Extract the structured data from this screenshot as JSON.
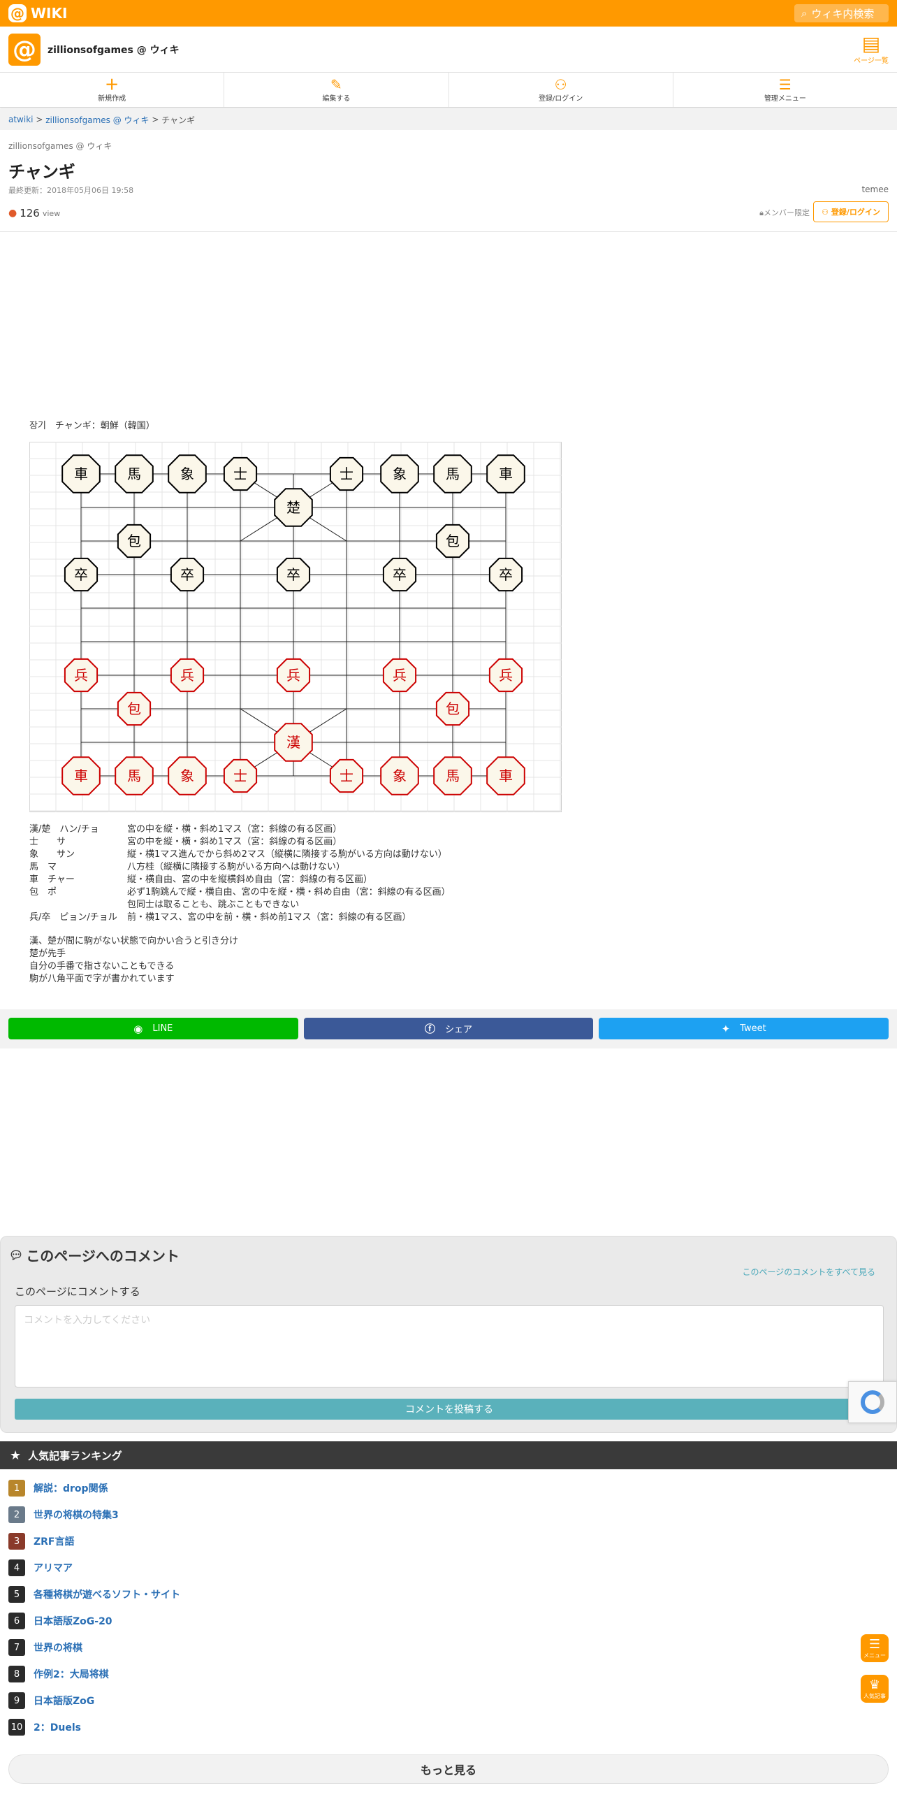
{
  "topbar": {
    "logo_text": "WIKI",
    "search_placeholder": "ウィキ内検索"
  },
  "header": {
    "site_name": "zillionsofgames @ ウィキ",
    "page_list_label": "ページ一覧"
  },
  "actions": [
    {
      "label": "新規作成",
      "icon": "plus-icon"
    },
    {
      "label": "編集する",
      "icon": "pencil-icon"
    },
    {
      "label": "登録/ログイン",
      "icon": "user-plus-icon"
    },
    {
      "label": "管理メニュー",
      "icon": "settings-list-icon"
    }
  ],
  "breadcrumb": {
    "root": "atwiki",
    "site": "zillionsofgames @ ウィキ",
    "sep": ">",
    "current": "チャンギ"
  },
  "page": {
    "site_name": "zillionsofgames @ ウィキ",
    "title": "チャンギ",
    "updated": "最終更新：2018年05月06日 19:58",
    "author": "temee",
    "views": "126",
    "views_label": "view",
    "member_only": "メンバー限定",
    "login_button": "登録/ログイン"
  },
  "content": {
    "heading": "장기　チャンギ：朝鮮（韓国）",
    "rules": [
      {
        "name": "漢/楚　ハン/チョ",
        "text": "宮の中を縦・横・斜め1マス（宮：斜線の有る区画）"
      },
      {
        "name": "士　　サ",
        "text": "宮の中を縦・横・斜め1マス（宮：斜線の有る区画）"
      },
      {
        "name": "象　　サン",
        "text": "縦・横1マス進んでから斜め2マス（縦横に隣接する駒がいる方向は動けない）"
      },
      {
        "name": "馬　マ",
        "text": "八方桂（縦横に隣接する駒がいる方向へは動けない）"
      },
      {
        "name": "車　チャー",
        "text": "縦・横自由、宮の中を縦横斜め自由（宮：斜線の有る区画）"
      },
      {
        "name": "包　ポ",
        "text": "必ず1駒跳んで縦・横自由、宮の中を縦・横・斜め自由（宮：斜線の有る区画）"
      },
      {
        "name": "",
        "text": "包同士は取ることも、跳ぶこともできない"
      },
      {
        "name": "兵/卒　ピョン/チョル",
        "text": "前・横1マス、宮の中を前・横・斜め前1マス（宮：斜線の有る区画）"
      }
    ],
    "notes": [
      "漢、楚が間に駒がない状態で向かい合うと引き分け",
      "楚が先手",
      "自分の手番で指さないこともできる",
      "駒が八角平面で字が書かれています"
    ]
  },
  "board": {
    "top_pieces": [
      {
        "label": "車",
        "col": 0,
        "row": 0
      },
      {
        "label": "馬",
        "col": 1,
        "row": 0
      },
      {
        "label": "象",
        "col": 2,
        "row": 0
      },
      {
        "label": "士",
        "col": 3,
        "row": 0
      },
      {
        "label": "士",
        "col": 5,
        "row": 0
      },
      {
        "label": "象",
        "col": 6,
        "row": 0
      },
      {
        "label": "馬",
        "col": 7,
        "row": 0
      },
      {
        "label": "車",
        "col": 8,
        "row": 0
      },
      {
        "label": "楚",
        "col": 4,
        "row": 1
      },
      {
        "label": "包",
        "col": 1,
        "row": 2
      },
      {
        "label": "包",
        "col": 7,
        "row": 2
      },
      {
        "label": "卒",
        "col": 0,
        "row": 3
      },
      {
        "label": "卒",
        "col": 2,
        "row": 3
      },
      {
        "label": "卒",
        "col": 4,
        "row": 3
      },
      {
        "label": "卒",
        "col": 6,
        "row": 3
      },
      {
        "label": "卒",
        "col": 8,
        "row": 3
      }
    ],
    "bottom_pieces": [
      {
        "label": "兵",
        "col": 0,
        "row": 6
      },
      {
        "label": "兵",
        "col": 2,
        "row": 6
      },
      {
        "label": "兵",
        "col": 4,
        "row": 6
      },
      {
        "label": "兵",
        "col": 6,
        "row": 6
      },
      {
        "label": "兵",
        "col": 8,
        "row": 6
      },
      {
        "label": "包",
        "col": 1,
        "row": 7
      },
      {
        "label": "包",
        "col": 7,
        "row": 7
      },
      {
        "label": "漢",
        "col": 4,
        "row": 8
      },
      {
        "label": "車",
        "col": 0,
        "row": 9
      },
      {
        "label": "馬",
        "col": 1,
        "row": 9
      },
      {
        "label": "象",
        "col": 2,
        "row": 9
      },
      {
        "label": "士",
        "col": 3,
        "row": 9
      },
      {
        "label": "士",
        "col": 5,
        "row": 9
      },
      {
        "label": "象",
        "col": 6,
        "row": 9
      },
      {
        "label": "馬",
        "col": 7,
        "row": 9
      },
      {
        "label": "車",
        "col": 8,
        "row": 9
      }
    ],
    "colors": {
      "top": "#000000",
      "bottom": "#cc0000",
      "piece_fill": "#fbf7ea"
    }
  },
  "share": {
    "line": "LINE",
    "facebook": "シェア",
    "twitter": "Tweet"
  },
  "comments": {
    "title": "このページへのコメント",
    "see_all": "このページのコメントをすべて見る",
    "label": "このページにコメントする",
    "placeholder": "コメントを入力してください",
    "submit": "コメントを投稿する"
  },
  "ranking": {
    "title": "人気記事ランキング",
    "items": [
      {
        "rank": "1",
        "title": "解説：drop関係",
        "color": "#b8862b"
      },
      {
        "rank": "2",
        "title": "世界の将棋の特集3",
        "color": "#6a7a8a"
      },
      {
        "rank": "3",
        "title": "ZRF言語",
        "color": "#8a3a2a"
      },
      {
        "rank": "4",
        "title": "アリマア",
        "color": "#2b2b2b"
      },
      {
        "rank": "5",
        "title": "各種将棋が遊べるソフト・サイト",
        "color": "#2b2b2b"
      },
      {
        "rank": "6",
        "title": "日本語版ZoG-20",
        "color": "#2b2b2b"
      },
      {
        "rank": "7",
        "title": "世界の将棋",
        "color": "#2b2b2b"
      },
      {
        "rank": "8",
        "title": "作例2：大局将棋",
        "color": "#2b2b2b"
      },
      {
        "rank": "9",
        "title": "日本語版ZoG",
        "color": "#2b2b2b"
      },
      {
        "rank": "10",
        "title": "2：Duels",
        "color": "#2b2b2b"
      }
    ],
    "more": "もっと見る"
  },
  "fabs": {
    "menu": "メニュー",
    "popular": "人気記事"
  }
}
